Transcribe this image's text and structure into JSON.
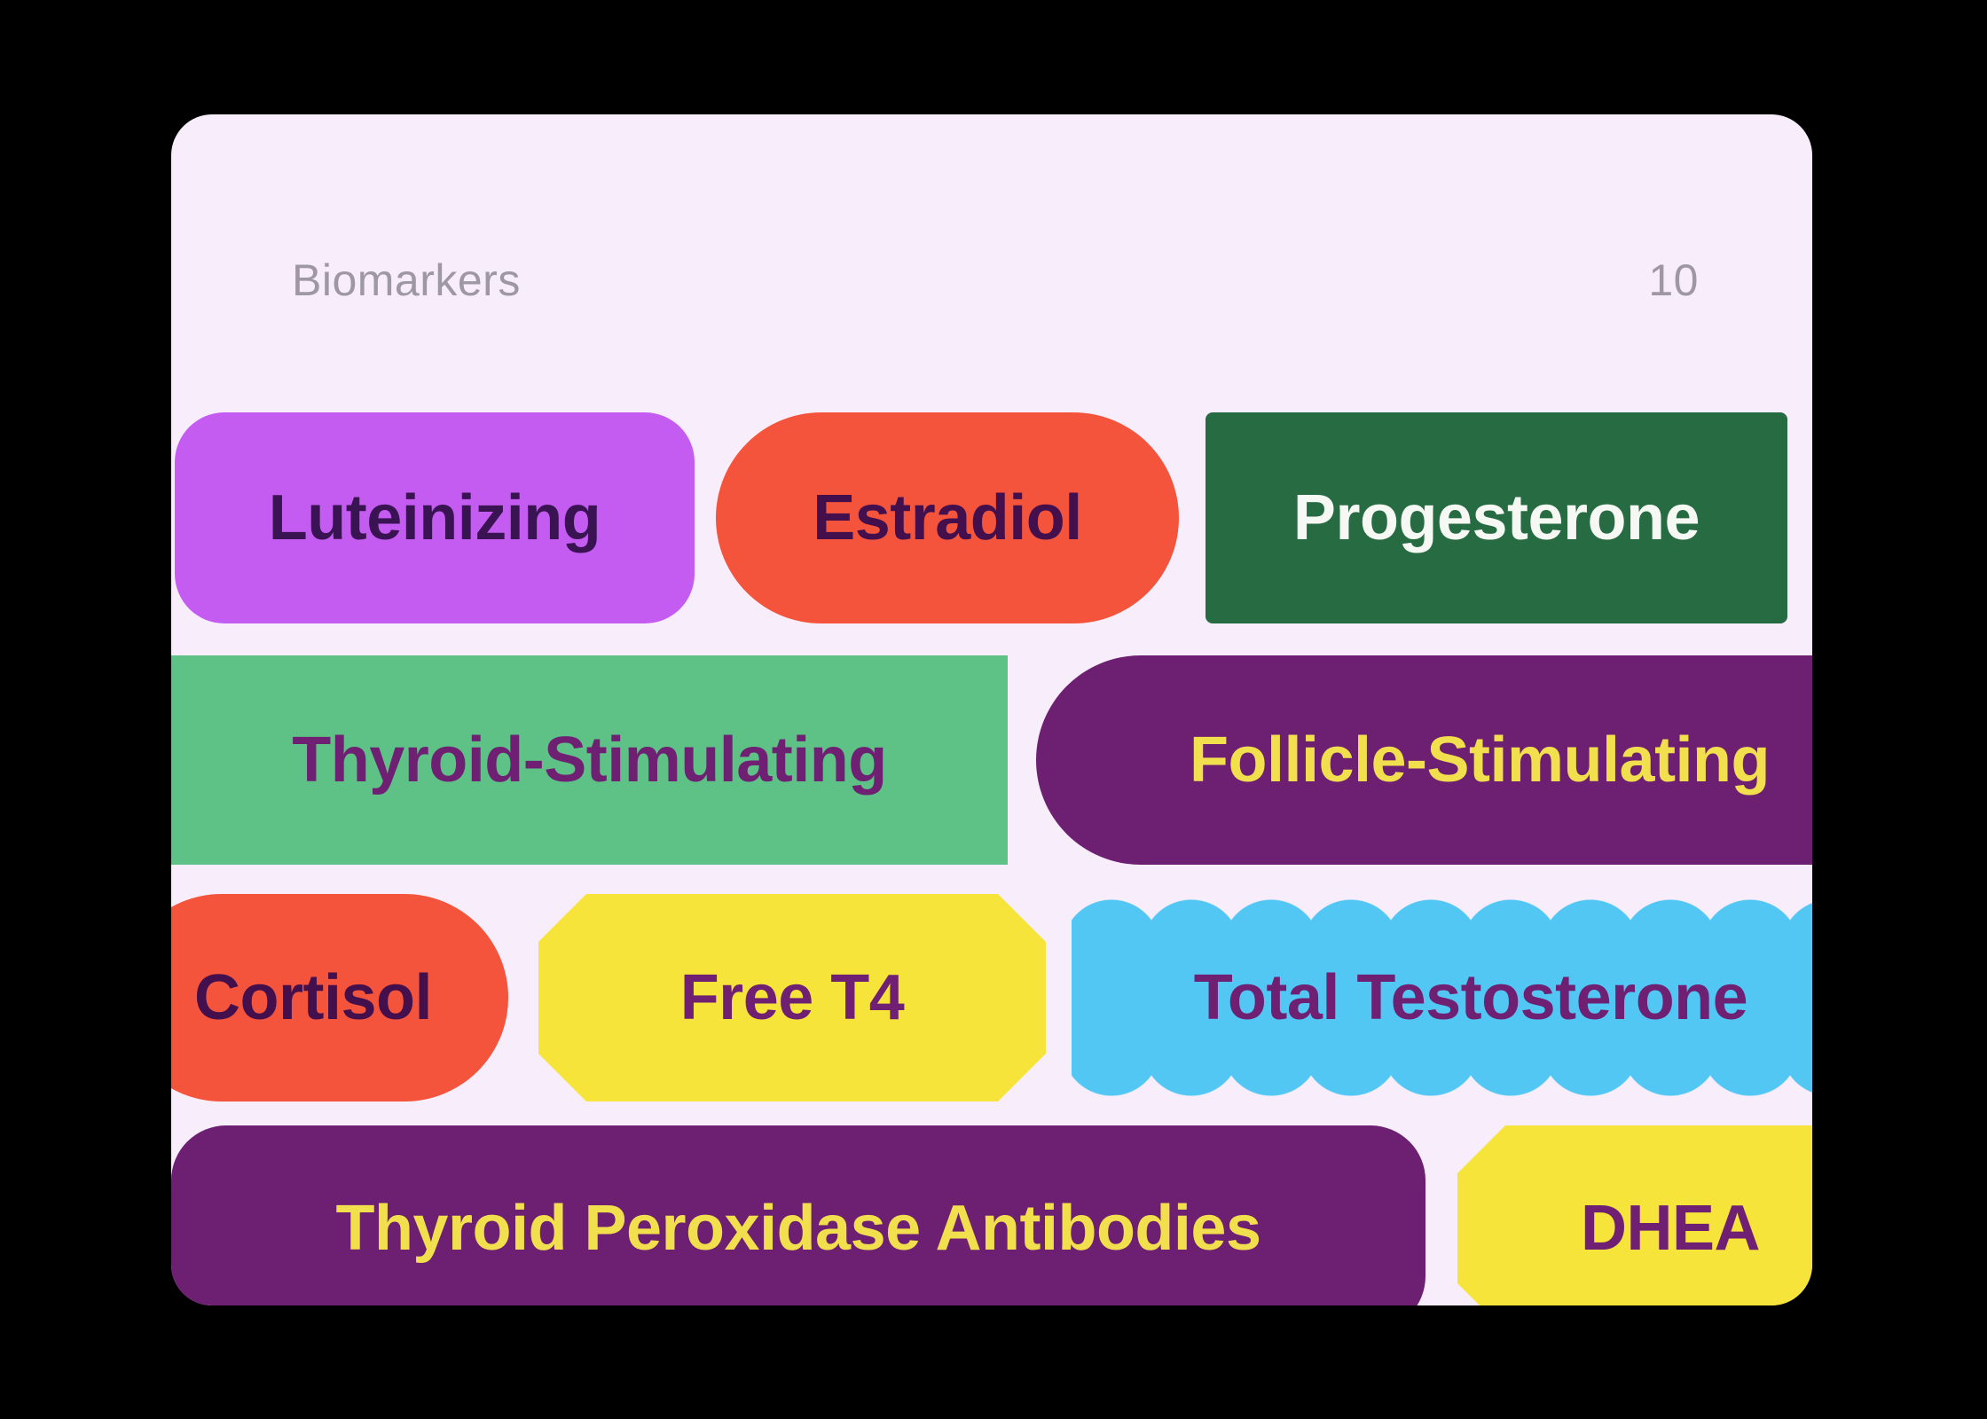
{
  "header": {
    "title": "Biomarkers",
    "count": "10"
  },
  "colors": {
    "page_bg": "#000000",
    "card_bg": "#f8eefb",
    "header_text": "#9e98a4",
    "purple": "#c45cf2",
    "coral": "#f4543c",
    "dark_green": "#276b42",
    "mid_green": "#5ec287",
    "dark_purple": "#6d1f71",
    "yellow": "#f6e43b",
    "blue": "#52c7f4",
    "ink_dark_purple": "#3c1050",
    "ink_magenta": "#6f2073",
    "ink_yellow": "#f2df4d",
    "ink_white": "#f5f8f3"
  },
  "chips": [
    {
      "label": "Luteinizing",
      "bg": "#c45cf2",
      "fg": "#3a1353"
    },
    {
      "label": "Estradiol",
      "bg": "#f4543c",
      "fg": "#43104d"
    },
    {
      "label": "Progesterone",
      "bg": "#276b42",
      "fg": "#f5f8f3"
    },
    {
      "label": "Thyroid-Stimulating",
      "bg": "#5ec287",
      "fg": "#6f2073"
    },
    {
      "label": "Follicle-Stimulating",
      "bg": "#6d1f71",
      "fg": "#f2df4d"
    },
    {
      "label": "Cortisol",
      "bg": "#f4543c",
      "fg": "#43104d"
    },
    {
      "label": "Free T4",
      "bg": "#f6e43b",
      "fg": "#6f2073"
    },
    {
      "label": "Total Testosterone",
      "bg": "#52c7f4",
      "fg": "#6f2073"
    },
    {
      "label": "Thyroid Peroxidase Antibodies",
      "bg": "#6d1f71",
      "fg": "#f2df4d"
    },
    {
      "label": "DHEA",
      "bg": "#f6e43b",
      "fg": "#6f2073"
    }
  ]
}
